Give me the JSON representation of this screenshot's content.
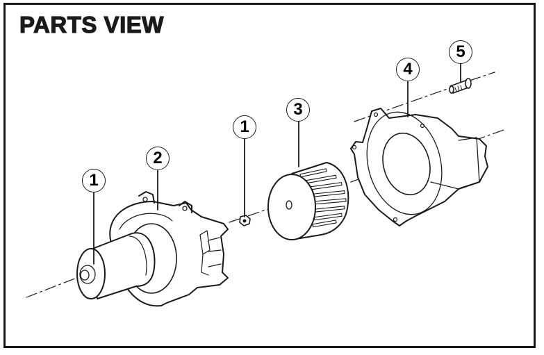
{
  "title": "PARTS VIEW",
  "colors": {
    "ink": "#1a1a1a",
    "background": "#ffffff"
  },
  "callouts": [
    {
      "label": "1",
      "part": "motor"
    },
    {
      "label": "2",
      "part": "blower-housing"
    },
    {
      "label": "1",
      "part": "nut"
    },
    {
      "label": "3",
      "part": "blower-wheel"
    },
    {
      "label": "4",
      "part": "cover"
    },
    {
      "label": "5",
      "part": "screw"
    }
  ]
}
